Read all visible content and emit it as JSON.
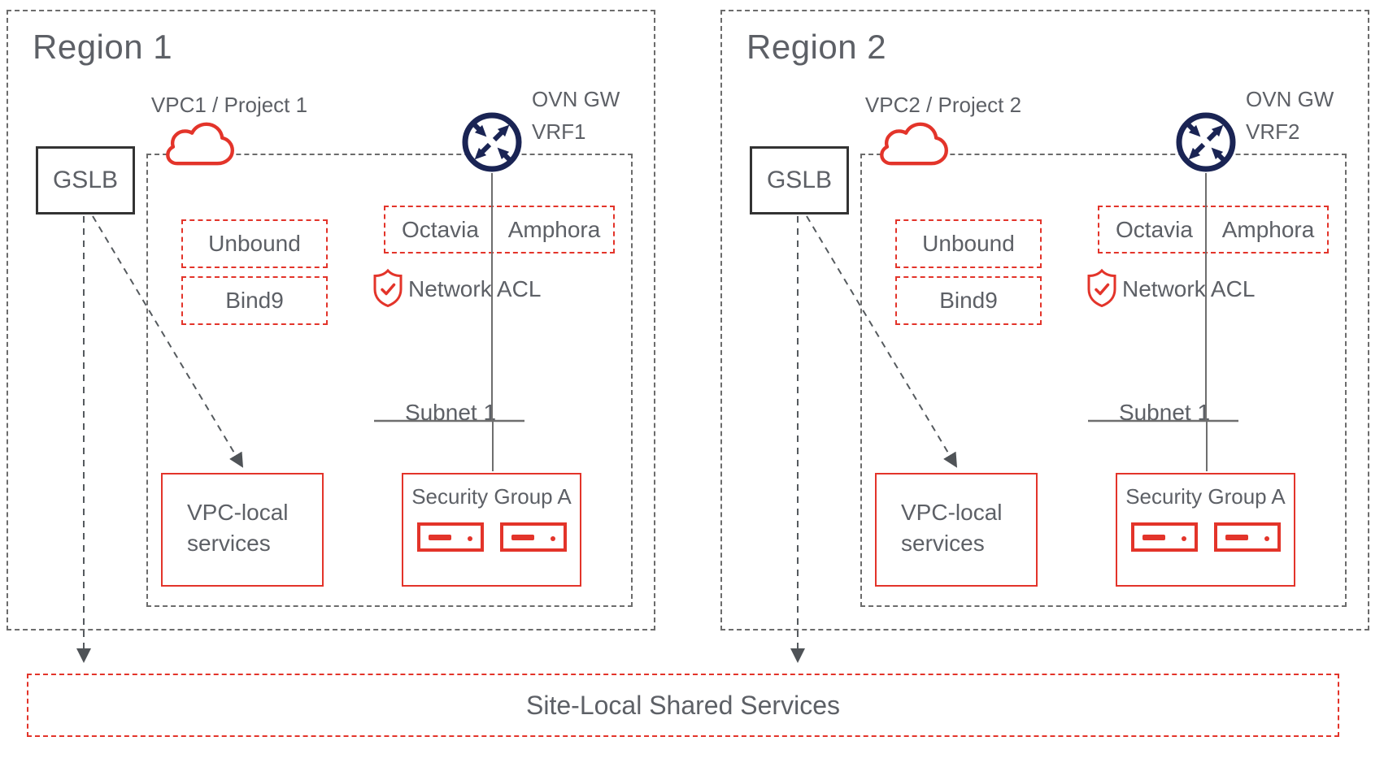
{
  "colors": {
    "red": "#e3342a",
    "navy": "#1a2454",
    "text_gray": "#5d6066",
    "border_gray": "#6c6c6c"
  },
  "site_box": {
    "label": "Site-Local Shared Services"
  },
  "icons": {
    "cloud": "cloud-icon",
    "router": "router-icon",
    "shield": "shield-check-icon",
    "server": "server-icon"
  },
  "regions": [
    {
      "title": "Region 1",
      "gslb": "GSLB",
      "vpc_label": "VPC1 / Project 1",
      "gateway": {
        "line1": "OVN GW",
        "line2": "VRF1"
      },
      "dns": [
        "Unbound",
        "Bind9"
      ],
      "octavia": "Octavia",
      "amphora": "Amphora",
      "network_acl": "Network ACL",
      "subnet": "Subnet 1",
      "security_group": "Security Group A",
      "vpc_local": {
        "line1": "VPC-local",
        "line2": "services"
      }
    },
    {
      "title": "Region 2",
      "gslb": "GSLB",
      "vpc_label": "VPC2 / Project 2",
      "gateway": {
        "line1": "OVN GW",
        "line2": "VRF2"
      },
      "dns": [
        "Unbound",
        "Bind9"
      ],
      "octavia": "Octavia",
      "amphora": "Amphora",
      "network_acl": "Network ACL",
      "subnet": "Subnet 1",
      "security_group": "Security Group A",
      "vpc_local": {
        "line1": "VPC-local",
        "line2": "services"
      }
    }
  ]
}
